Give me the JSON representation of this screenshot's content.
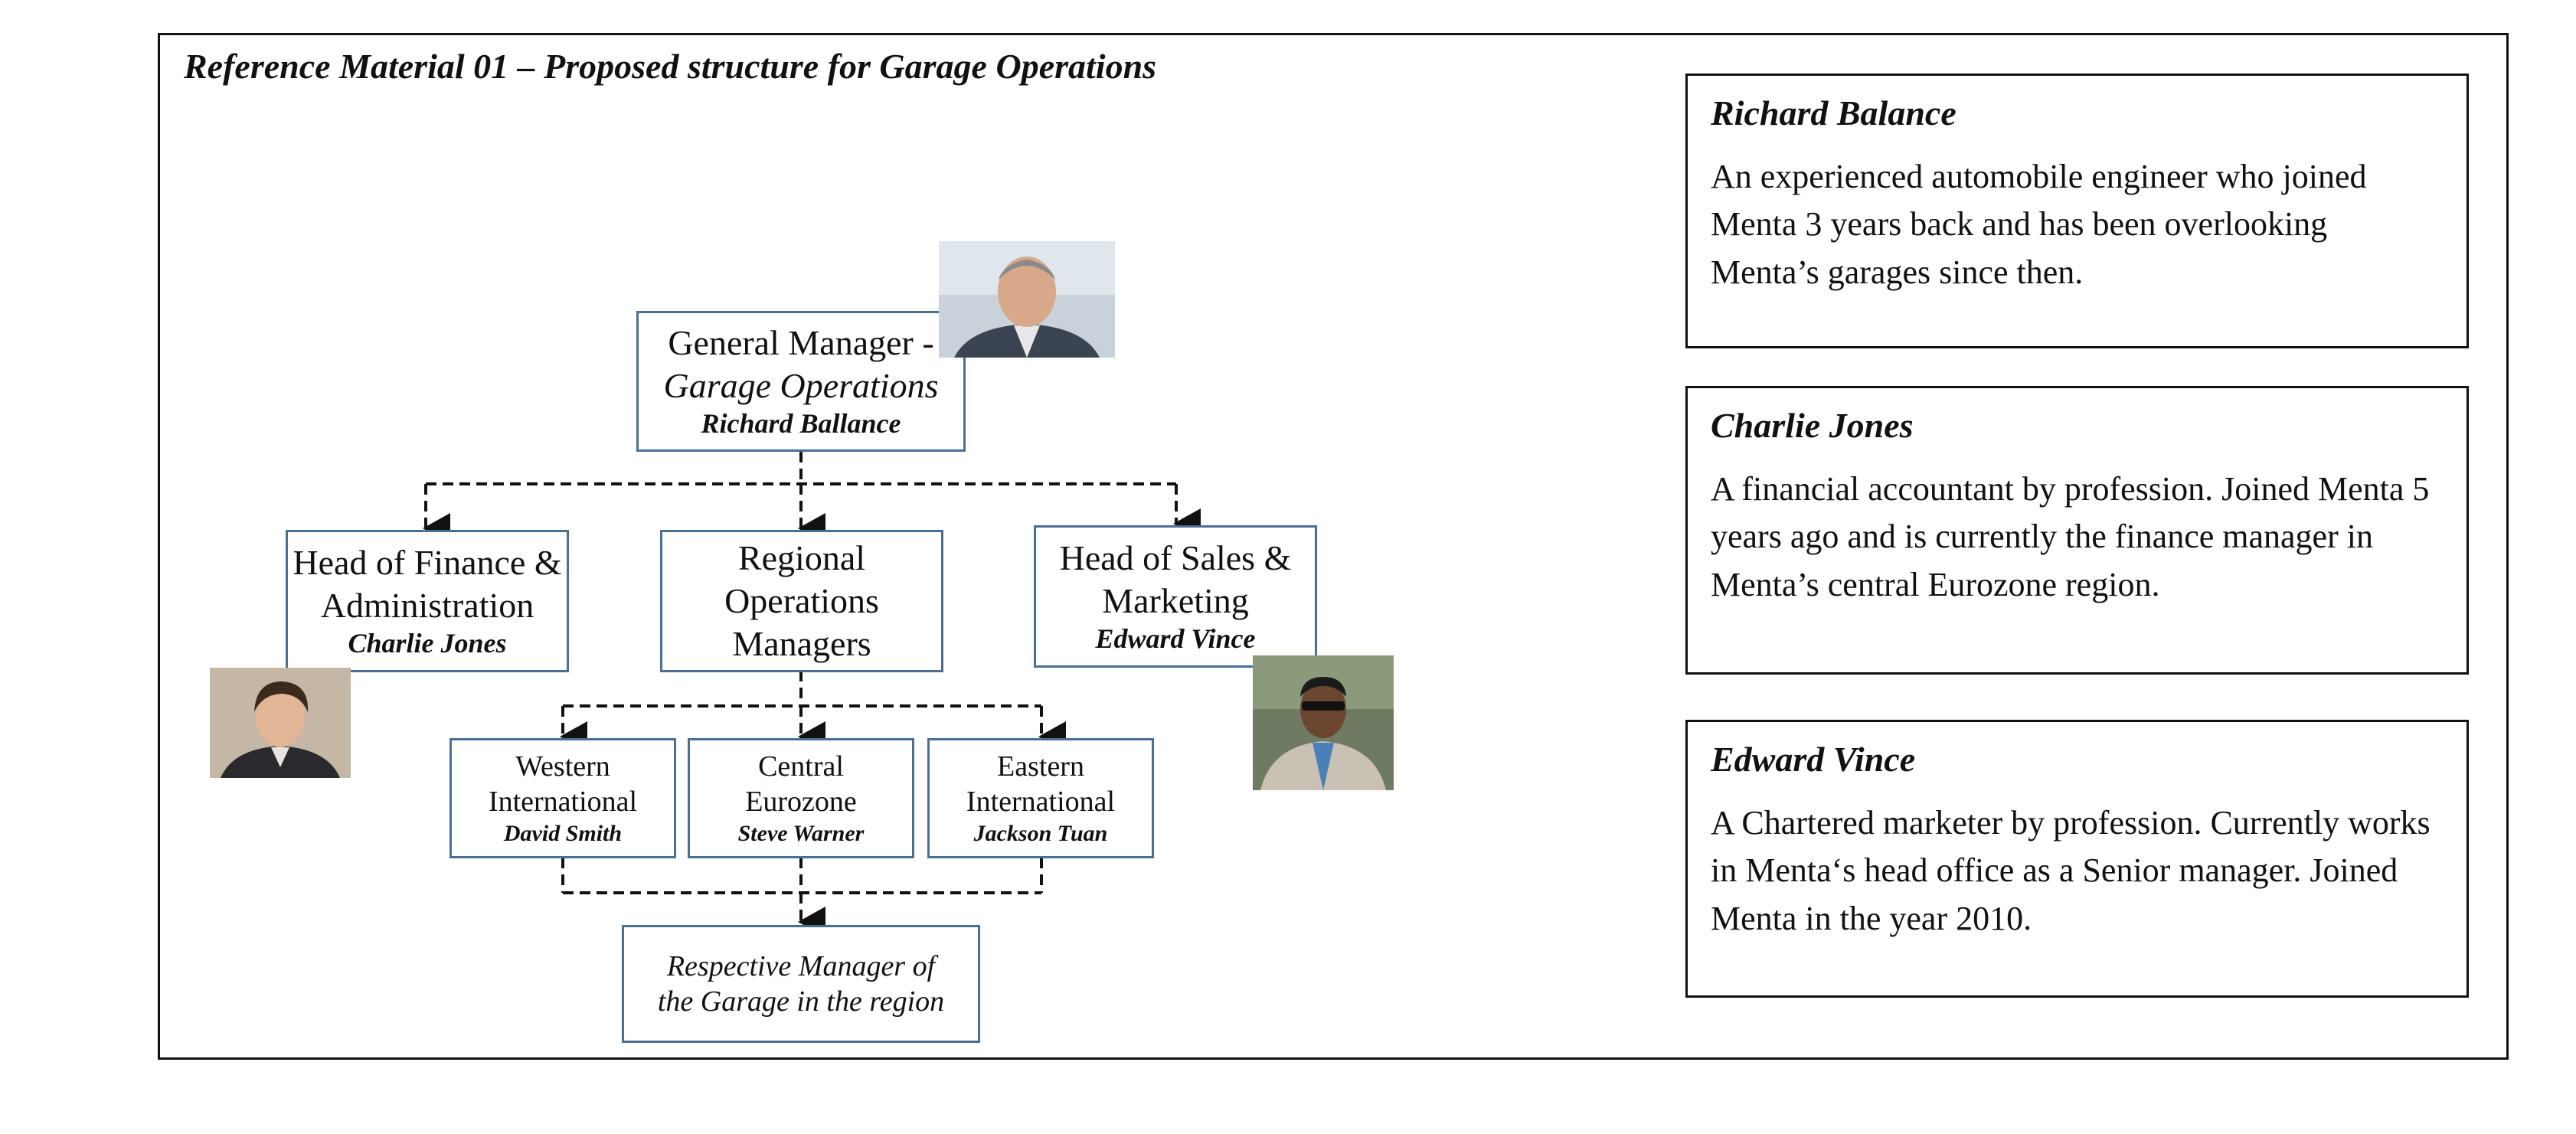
{
  "title": "Reference Material 01 – Proposed structure for Garage Operations",
  "org": {
    "gm": {
      "role": "General Manager -",
      "role_italic": "Garage Operations",
      "person": "Richard Ballance"
    },
    "finance": {
      "role": "Head of Finance & Administration",
      "person": "Charlie Jones"
    },
    "regional": {
      "role": "Regional Operations Managers"
    },
    "sales": {
      "role": "Head of Sales & Marketing",
      "person": "Edward Vince"
    },
    "western": {
      "role": "Western International",
      "person": "David Smith"
    },
    "central": {
      "role": "Central Eurozone",
      "person": "Steve Warner"
    },
    "eastern": {
      "role": "Eastern International",
      "person": "Jackson Tuan"
    },
    "respective": {
      "role_italic": "Respective Manager of the Garage in the region"
    }
  },
  "bios": [
    {
      "name": "Richard Balance",
      "text": "An experienced automobile engineer who joined Menta 3 years back and has been overlooking Menta’s garages since then."
    },
    {
      "name": "Charlie Jones",
      "text": "A financial accountant by profession. Joined Menta 5 years ago and is currently the finance manager in Menta’s central Eurozone region."
    },
    {
      "name": "Edward Vince",
      "text": "A Chartered marketer by profession. Currently works in Menta‘s head office as a Senior manager. Joined Menta in the year 2010."
    }
  ],
  "colors": {
    "box_border": "#4a6f91",
    "frame": "#111111",
    "connector": "#111111"
  }
}
